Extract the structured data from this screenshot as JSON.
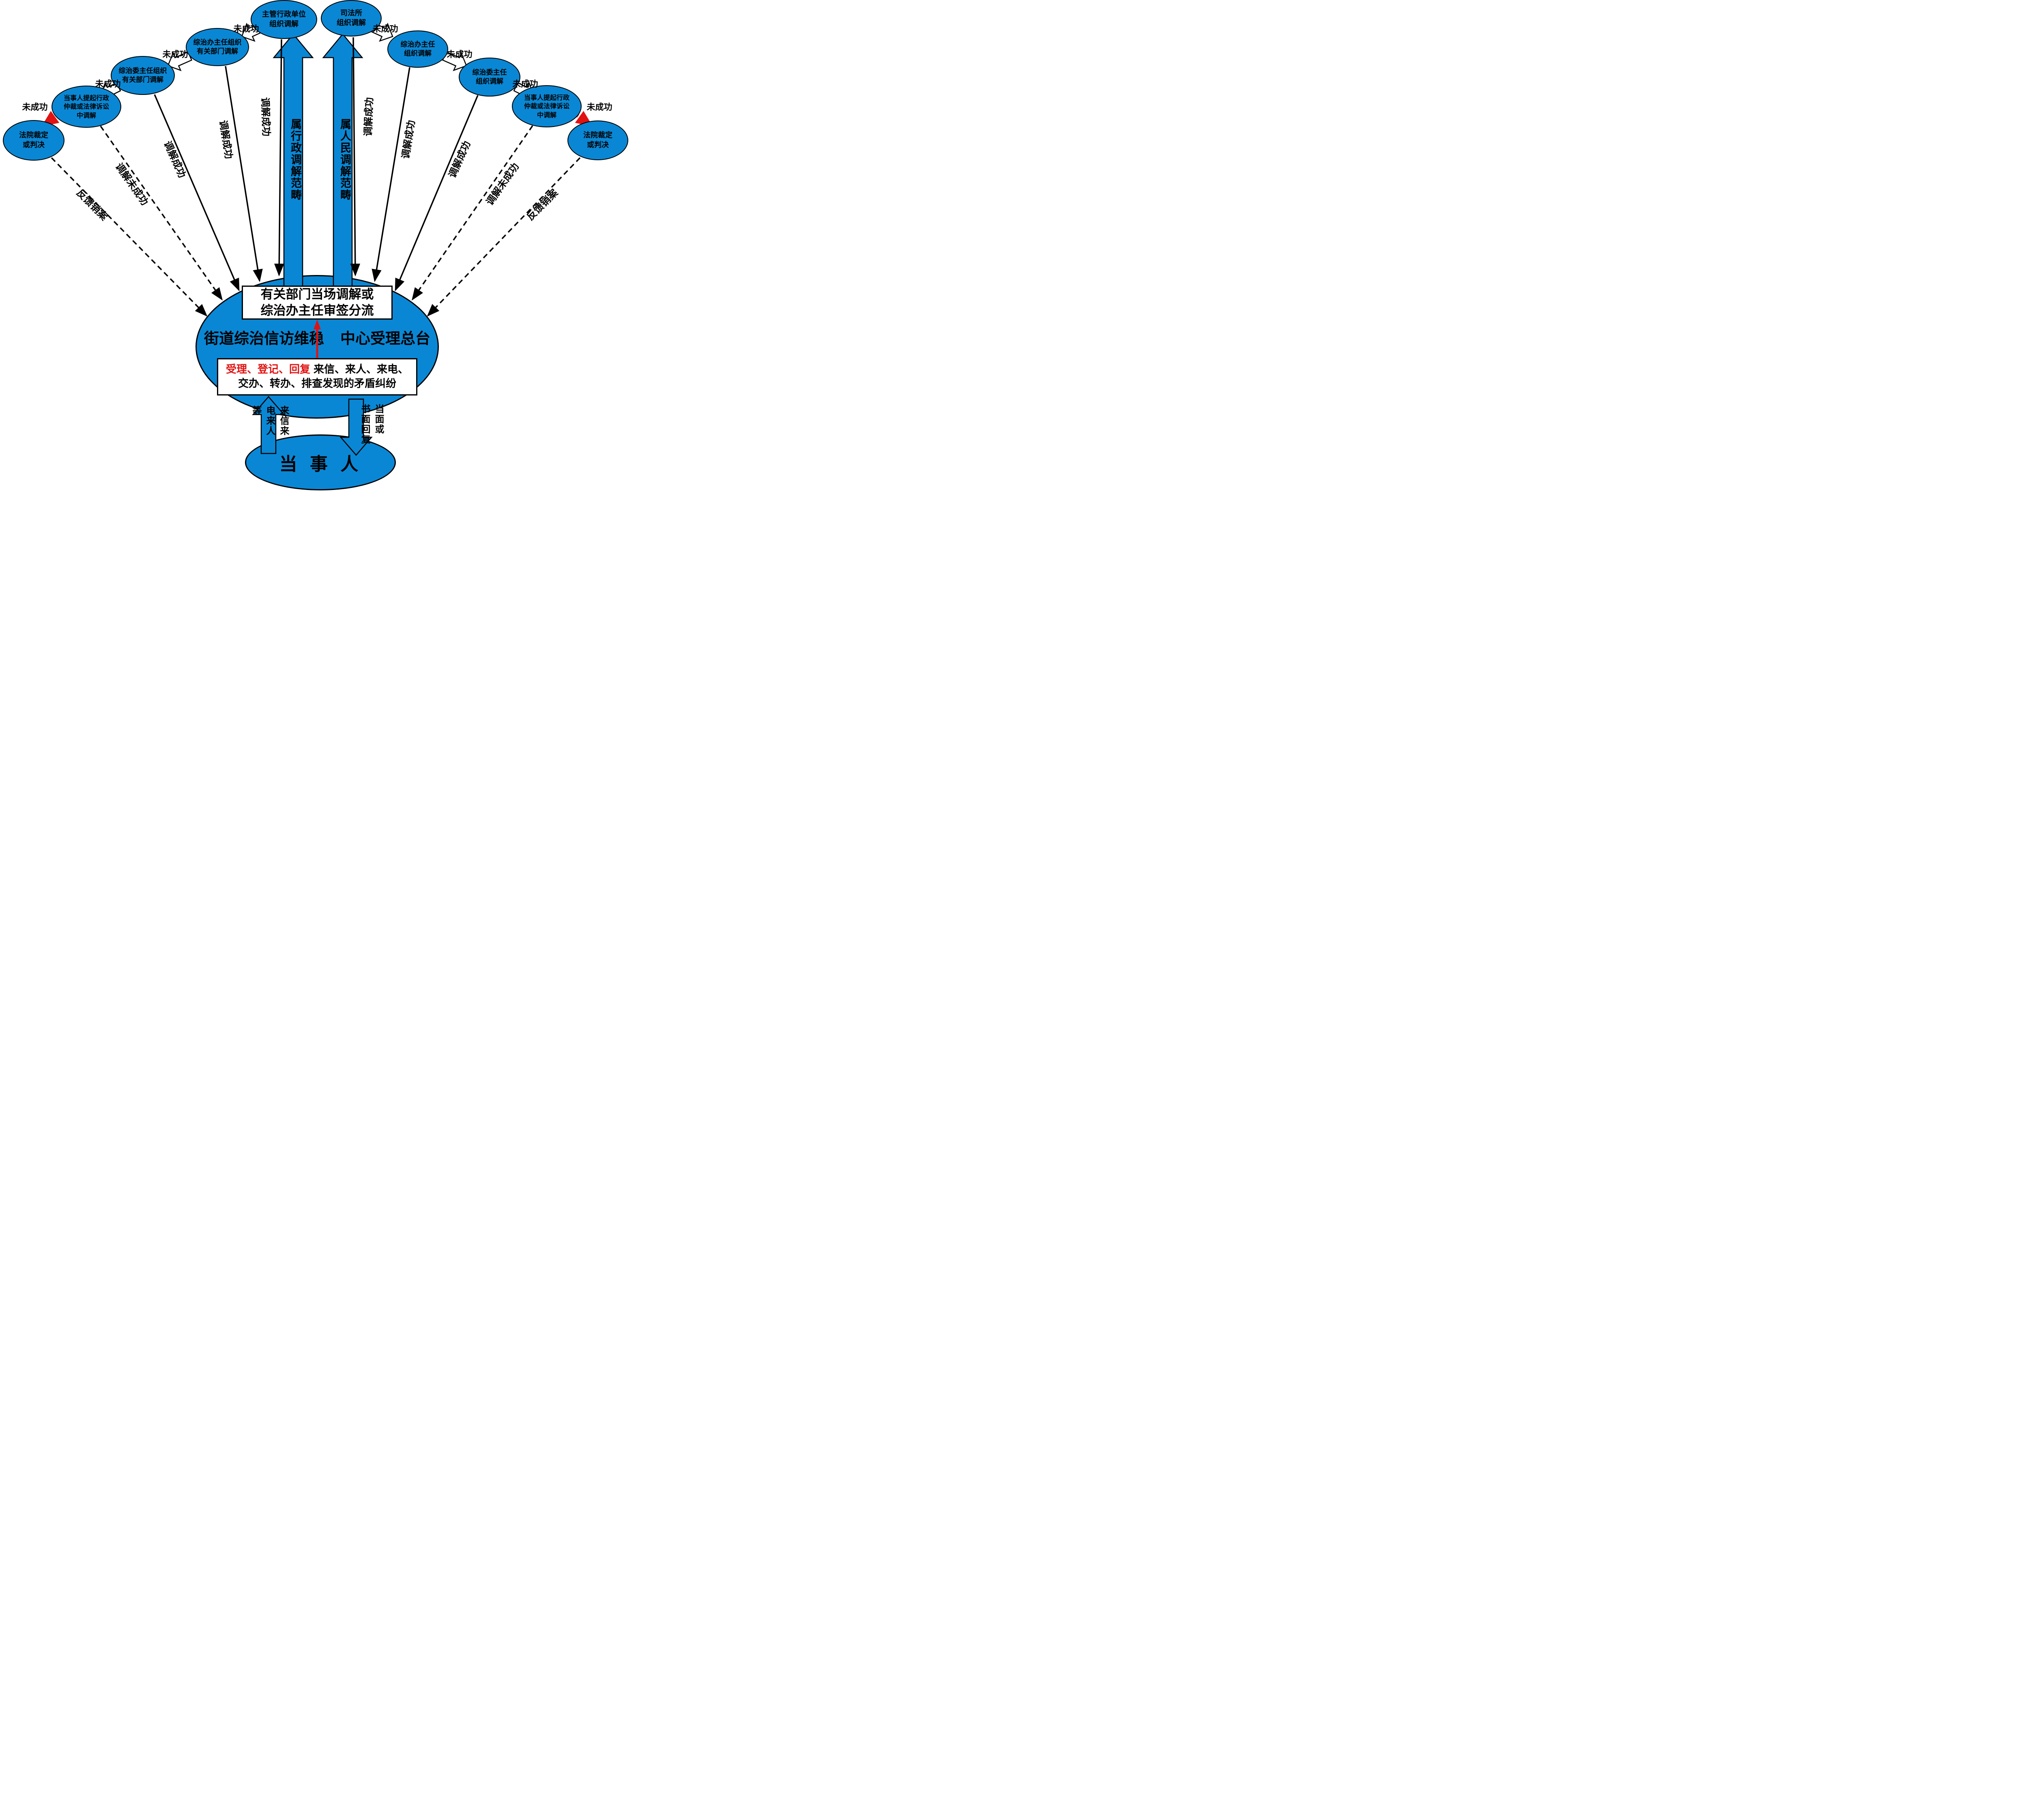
{
  "colors": {
    "node_fill": "#0a87d4",
    "accent_red": "#e01212"
  },
  "hub": {
    "dispatch_box": "有关部门当场调解或\n综治办主任审签分流",
    "title_left": "街道综治信访维稳",
    "title_right": "中心受理总台",
    "intake_highlight": "受理、登记、回复",
    "intake_line1_rest": "来信、来人、来电、",
    "intake_line2": "交办、转办、排查发现的矛盾纠纷"
  },
  "party": {
    "label": "当 事 人"
  },
  "party_flows": {
    "incoming": "来信来电来人等",
    "outgoing": "当面或\n书面回复"
  },
  "channels": {
    "administrative": "属行政调解范畴",
    "people": "属人民调解范畴"
  },
  "edge_labels": {
    "fail": "未成功",
    "success": "调解成功",
    "unsuccess": "调解未成功",
    "feedback_close": "反馈销案"
  },
  "admin_branch": {
    "nodes": [
      {
        "label": "主管行政单位\n组织调解"
      },
      {
        "label": "综治办主任组织\n有关部门调解"
      },
      {
        "label": "综治委主任组织\n有关部门调解"
      },
      {
        "label": "当事人提起行政\n仲裁或法律诉讼\n中调解"
      },
      {
        "label": "法院裁定\n或判决"
      }
    ]
  },
  "people_branch": {
    "nodes": [
      {
        "label": "司法所\n组织调解"
      },
      {
        "label": "综治办主任\n组织调解"
      },
      {
        "label": "综治委主任\n组织调解"
      },
      {
        "label": "当事人提起行政\n仲裁或法律诉讼\n中调解"
      },
      {
        "label": "法院裁定\n或判决"
      }
    ]
  }
}
